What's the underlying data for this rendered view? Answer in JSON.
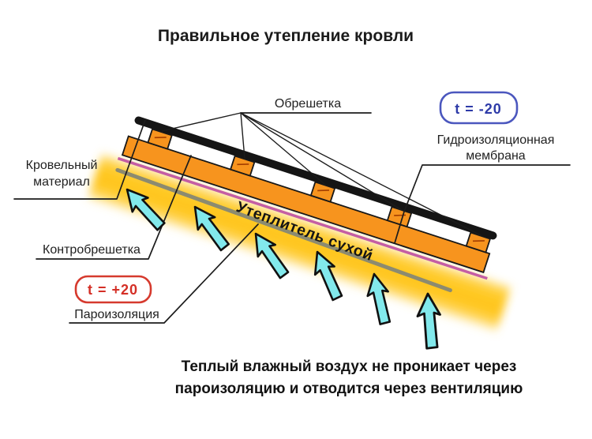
{
  "title": "Правильное утепление кровли",
  "labels": {
    "obreshetka": "Обрешетка",
    "hydro_line1": "Гидроизоляционная",
    "hydro_line2": "мембрана",
    "roofing_line1": "Кровельный",
    "roofing_line2": "материал",
    "kontrobreshetka": "Контробрешетка",
    "paroizolyaciya": "Пароизоляция",
    "insulation": "Утеплитель сухой"
  },
  "badges": {
    "cold": {
      "text": "t = -20",
      "border_color": "#4b57be",
      "text_color": "#2e3ba8"
    },
    "warm": {
      "text": "t = +20",
      "border_color": "#d63a2e",
      "text_color": "#d42f26"
    }
  },
  "caption": {
    "line1": "Теплый влажный воздух не проникает через",
    "line2": "пароизоляцию и отводится через вентиляцию"
  },
  "colors": {
    "roofing_black": "#151515",
    "batten_orange": "#f7941e",
    "membrane_pink": "#c45ea4",
    "insulation_yellow": "#ffc41e",
    "vapor_gray": "#8c8b70",
    "arrow_cyan": "#82e9ec"
  },
  "arrow_count": "6"
}
